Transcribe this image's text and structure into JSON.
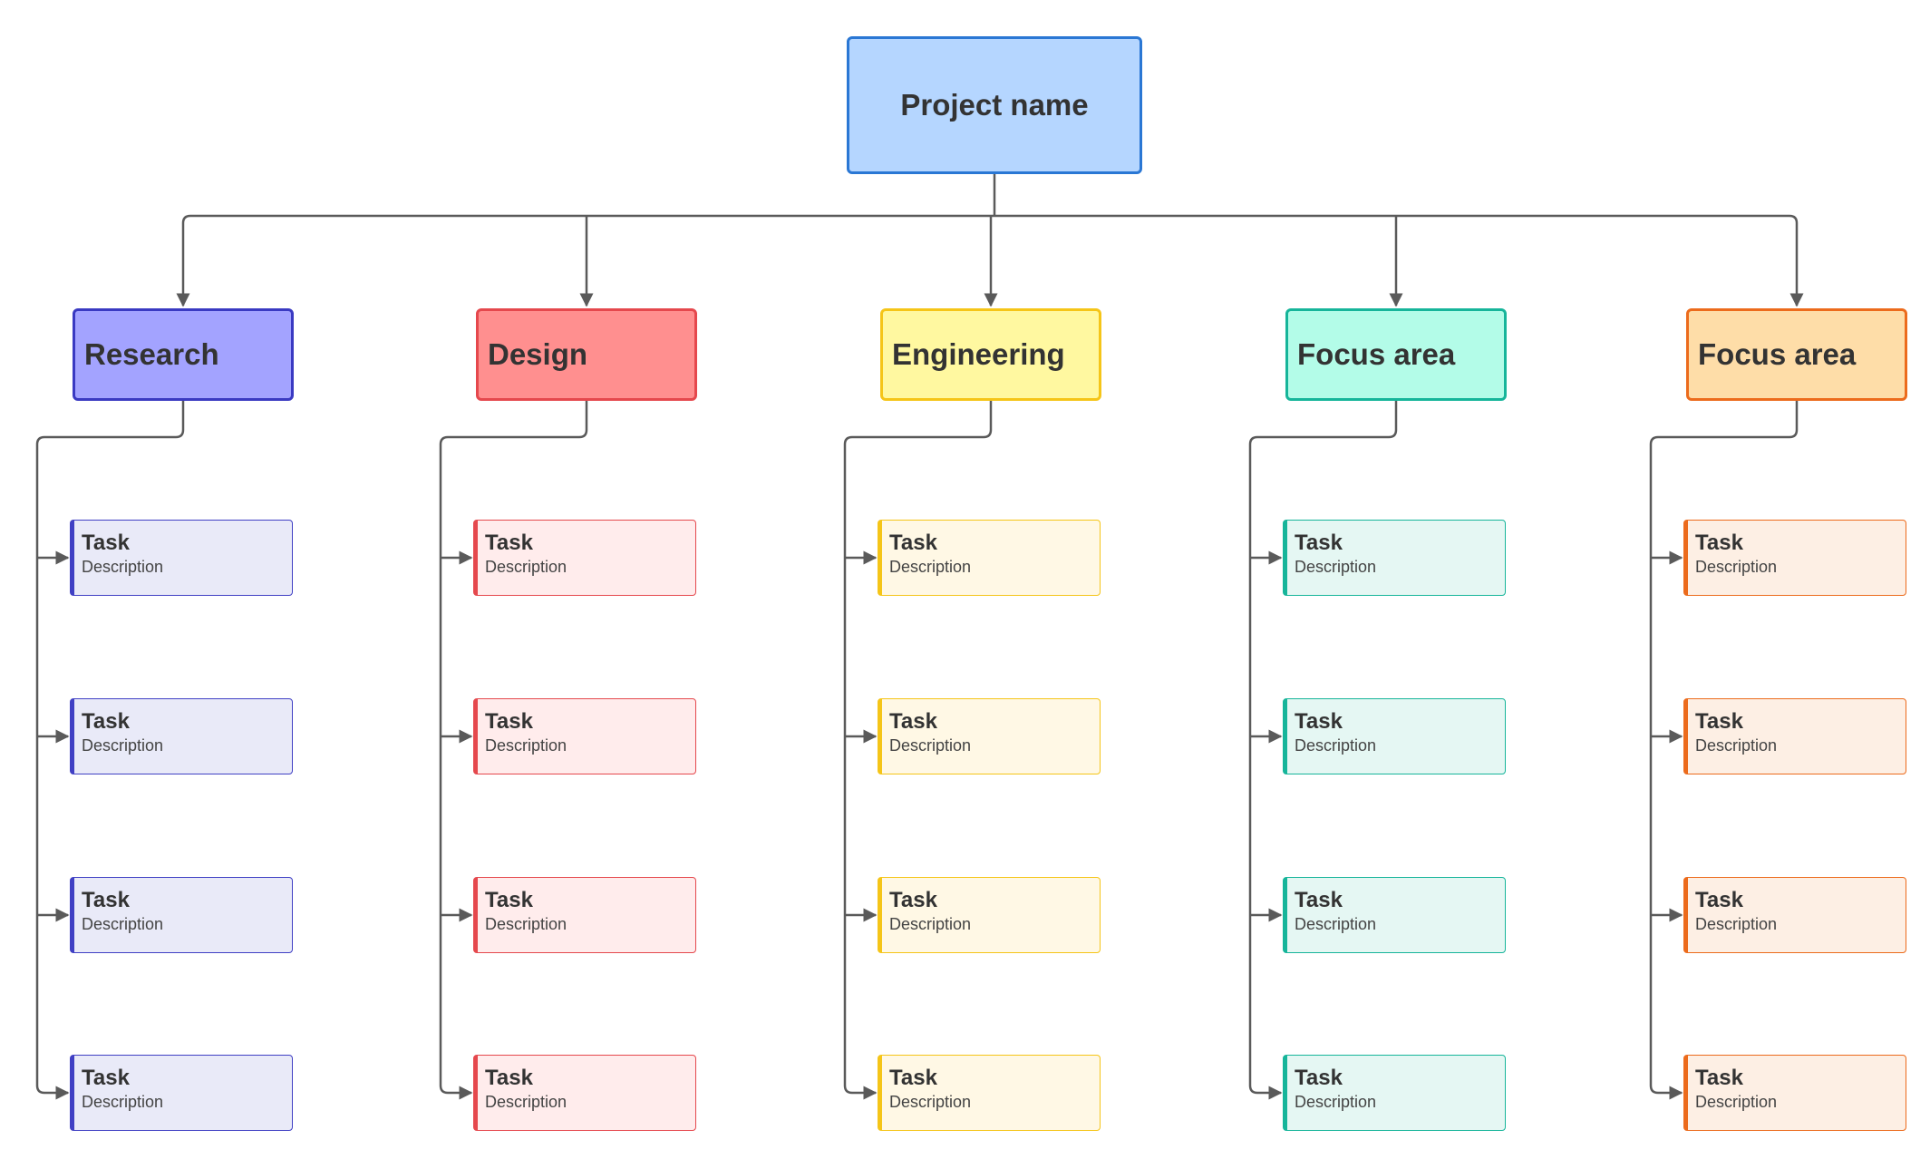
{
  "root": {
    "label": "Project name",
    "fill": "#b5d6ff",
    "stroke": "#2a77d4"
  },
  "connector_color": "#5a5a5a",
  "columns": [
    {
      "label": "Research",
      "fill": "#a3a3ff",
      "stroke": "#3a3ac2",
      "task_fill": "#e9eaf8",
      "task_stroke": "#4040c4",
      "tasks": [
        {
          "title": "Task",
          "desc": "Description"
        },
        {
          "title": "Task",
          "desc": "Description"
        },
        {
          "title": "Task",
          "desc": "Description"
        },
        {
          "title": "Task",
          "desc": "Description"
        }
      ]
    },
    {
      "label": "Design",
      "fill": "#ff8f8f",
      "stroke": "#e5484d",
      "task_fill": "#ffecec",
      "task_stroke": "#e5484d",
      "tasks": [
        {
          "title": "Task",
          "desc": "Description"
        },
        {
          "title": "Task",
          "desc": "Description"
        },
        {
          "title": "Task",
          "desc": "Description"
        },
        {
          "title": "Task",
          "desc": "Description"
        }
      ]
    },
    {
      "label": "Engineering",
      "fill": "#fff8a0",
      "stroke": "#f5c518",
      "task_fill": "#fff8e5",
      "task_stroke": "#f5c518",
      "tasks": [
        {
          "title": "Task",
          "desc": "Description"
        },
        {
          "title": "Task",
          "desc": "Description"
        },
        {
          "title": "Task",
          "desc": "Description"
        },
        {
          "title": "Task",
          "desc": "Description"
        }
      ]
    },
    {
      "label": "Focus area",
      "fill": "#b3fce8",
      "stroke": "#16b59a",
      "task_fill": "#e5f7f3",
      "task_stroke": "#16b59a",
      "tasks": [
        {
          "title": "Task",
          "desc": "Description"
        },
        {
          "title": "Task",
          "desc": "Description"
        },
        {
          "title": "Task",
          "desc": "Description"
        },
        {
          "title": "Task",
          "desc": "Description"
        }
      ]
    },
    {
      "label": "Focus area",
      "fill": "#fedda8",
      "stroke": "#ec6b1c",
      "task_fill": "#fdefe4",
      "task_stroke": "#ec6b1c",
      "tasks": [
        {
          "title": "Task",
          "desc": "Description"
        },
        {
          "title": "Task",
          "desc": "Description"
        },
        {
          "title": "Task",
          "desc": "Description"
        },
        {
          "title": "Task",
          "desc": "Description"
        }
      ]
    }
  ]
}
